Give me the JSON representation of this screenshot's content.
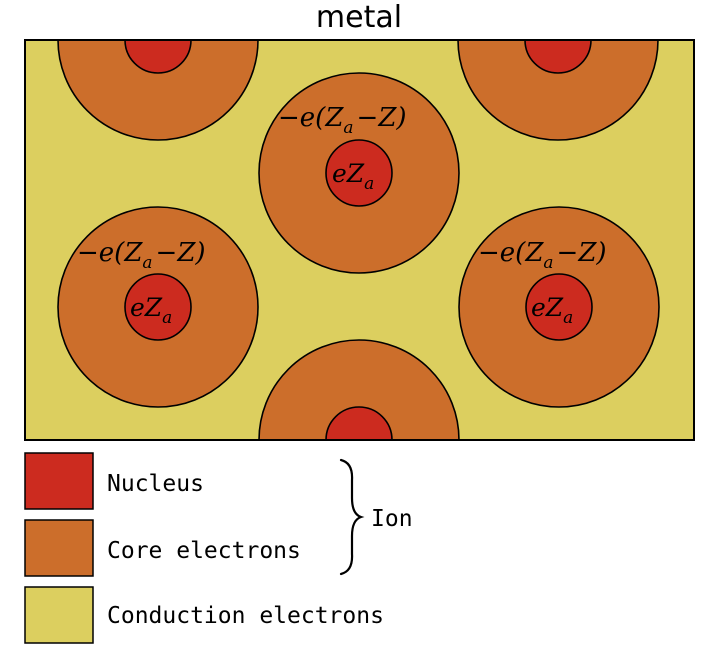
{
  "title": "metal",
  "colors": {
    "nucleus": "#cc2b1f",
    "core": "#cc6e2b",
    "conduction": "#dccf5f",
    "stroke": "#000000"
  },
  "labels": {
    "core_charge": "−e(Z",
    "core_charge_sub": "a",
    "core_charge_tail": "−Z)",
    "nucleus_charge": "eZ",
    "nucleus_charge_sub": "a"
  },
  "legend": {
    "nucleus": "Nucleus",
    "core": "Core electrons",
    "conduction": "Conduction electrons",
    "ion": "Ion"
  }
}
